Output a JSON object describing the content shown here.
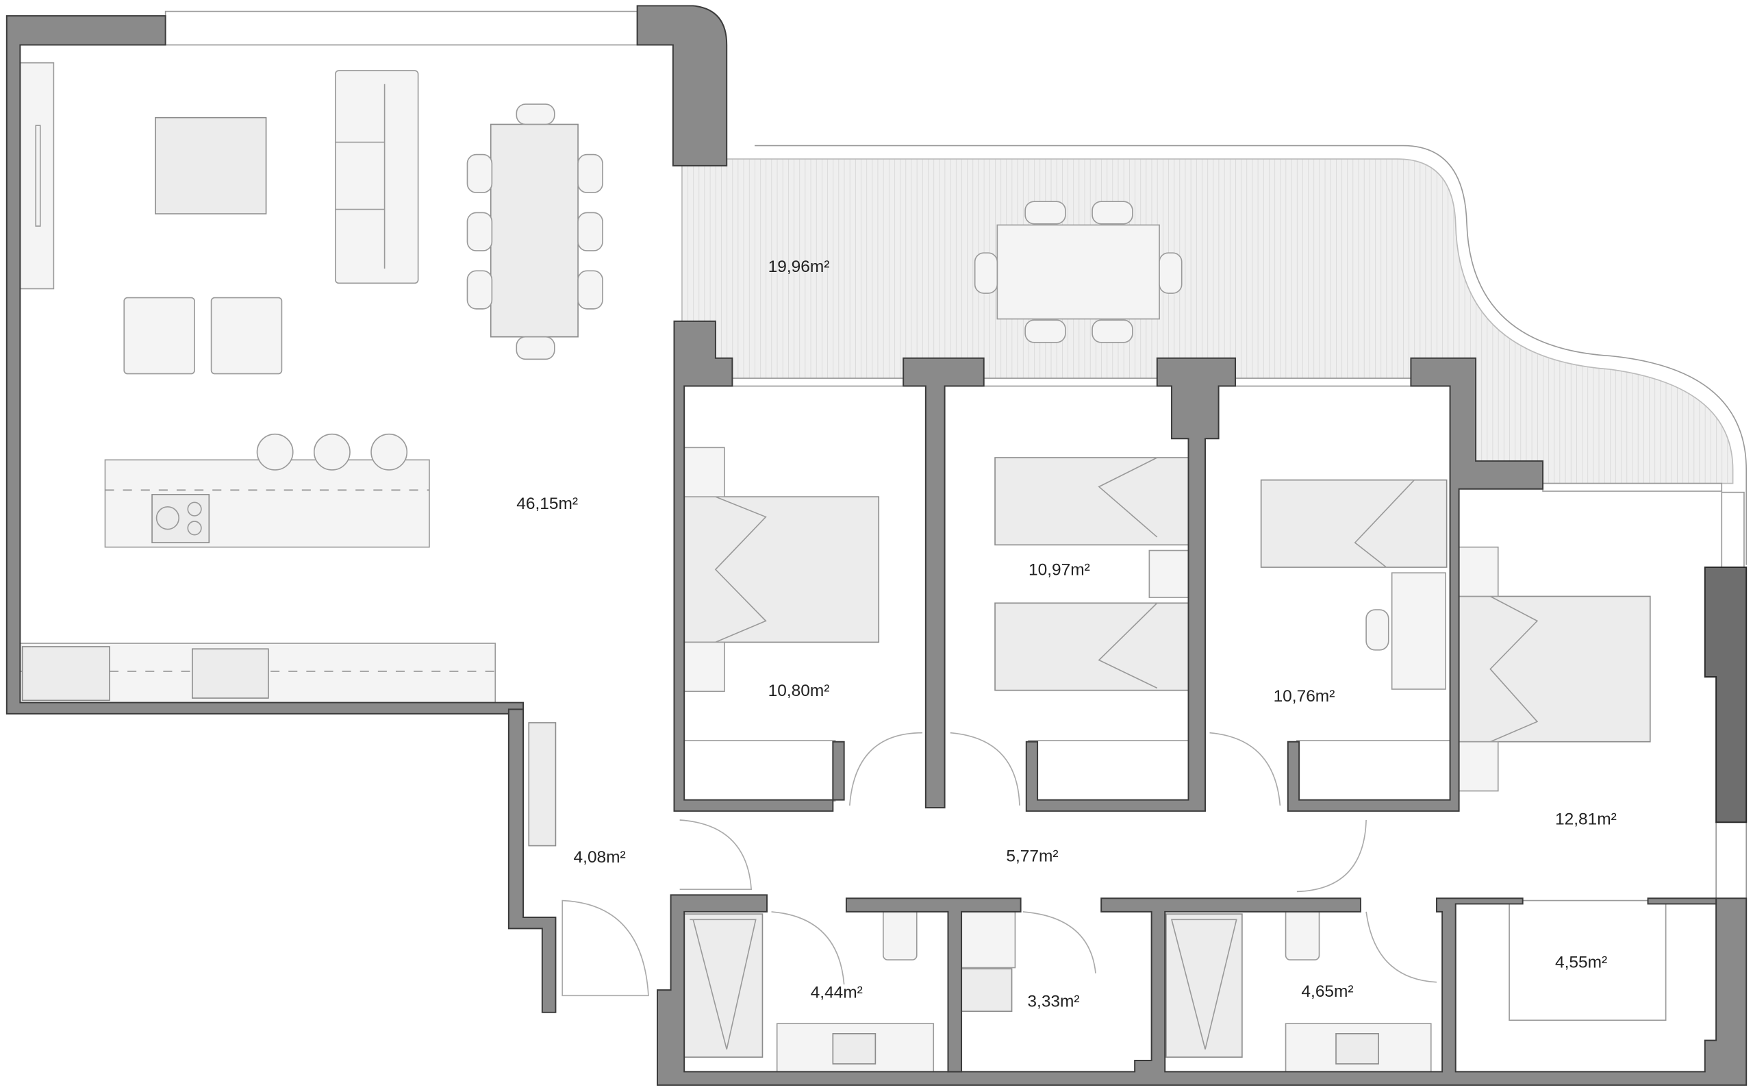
{
  "plan": {
    "colors": {
      "wall": "#8a8a8a",
      "furniture": "#ececec",
      "terrace": "#eeeeee",
      "background": "#ffffff"
    },
    "rooms": [
      {
        "id": "living-kitchen",
        "area": "46,15m²"
      },
      {
        "id": "terrace",
        "area": "19,96m²"
      },
      {
        "id": "bedroom-1",
        "area": "10,80m²"
      },
      {
        "id": "bedroom-2",
        "area": "10,97m²"
      },
      {
        "id": "bedroom-3",
        "area": "10,76m²"
      },
      {
        "id": "master-bedroom",
        "area": "12,81m²"
      },
      {
        "id": "entrance-hall",
        "area": "4,08m²"
      },
      {
        "id": "corridor",
        "area": "5,77m²"
      },
      {
        "id": "bathroom-1",
        "area": "4,44m²"
      },
      {
        "id": "washroom",
        "area": "3,33m²"
      },
      {
        "id": "bathroom-2",
        "area": "4,65m²"
      },
      {
        "id": "dressing-room",
        "area": "4,55m²"
      }
    ]
  }
}
